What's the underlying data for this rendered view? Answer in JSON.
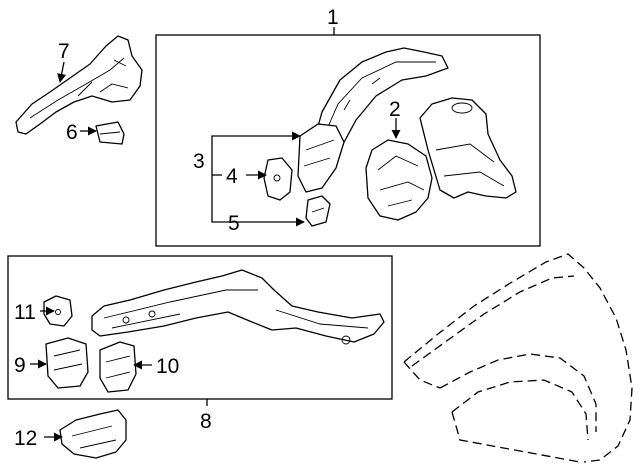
{
  "callouts": {
    "c1": "1",
    "c2": "2",
    "c3": "3",
    "c4": "4",
    "c5": "5",
    "c6": "6",
    "c7": "7",
    "c8": "8",
    "c9": "9",
    "c10": "10",
    "c11": "11",
    "c12": "12"
  },
  "icons": {
    "arrowhead": "arrowhead-icon"
  }
}
